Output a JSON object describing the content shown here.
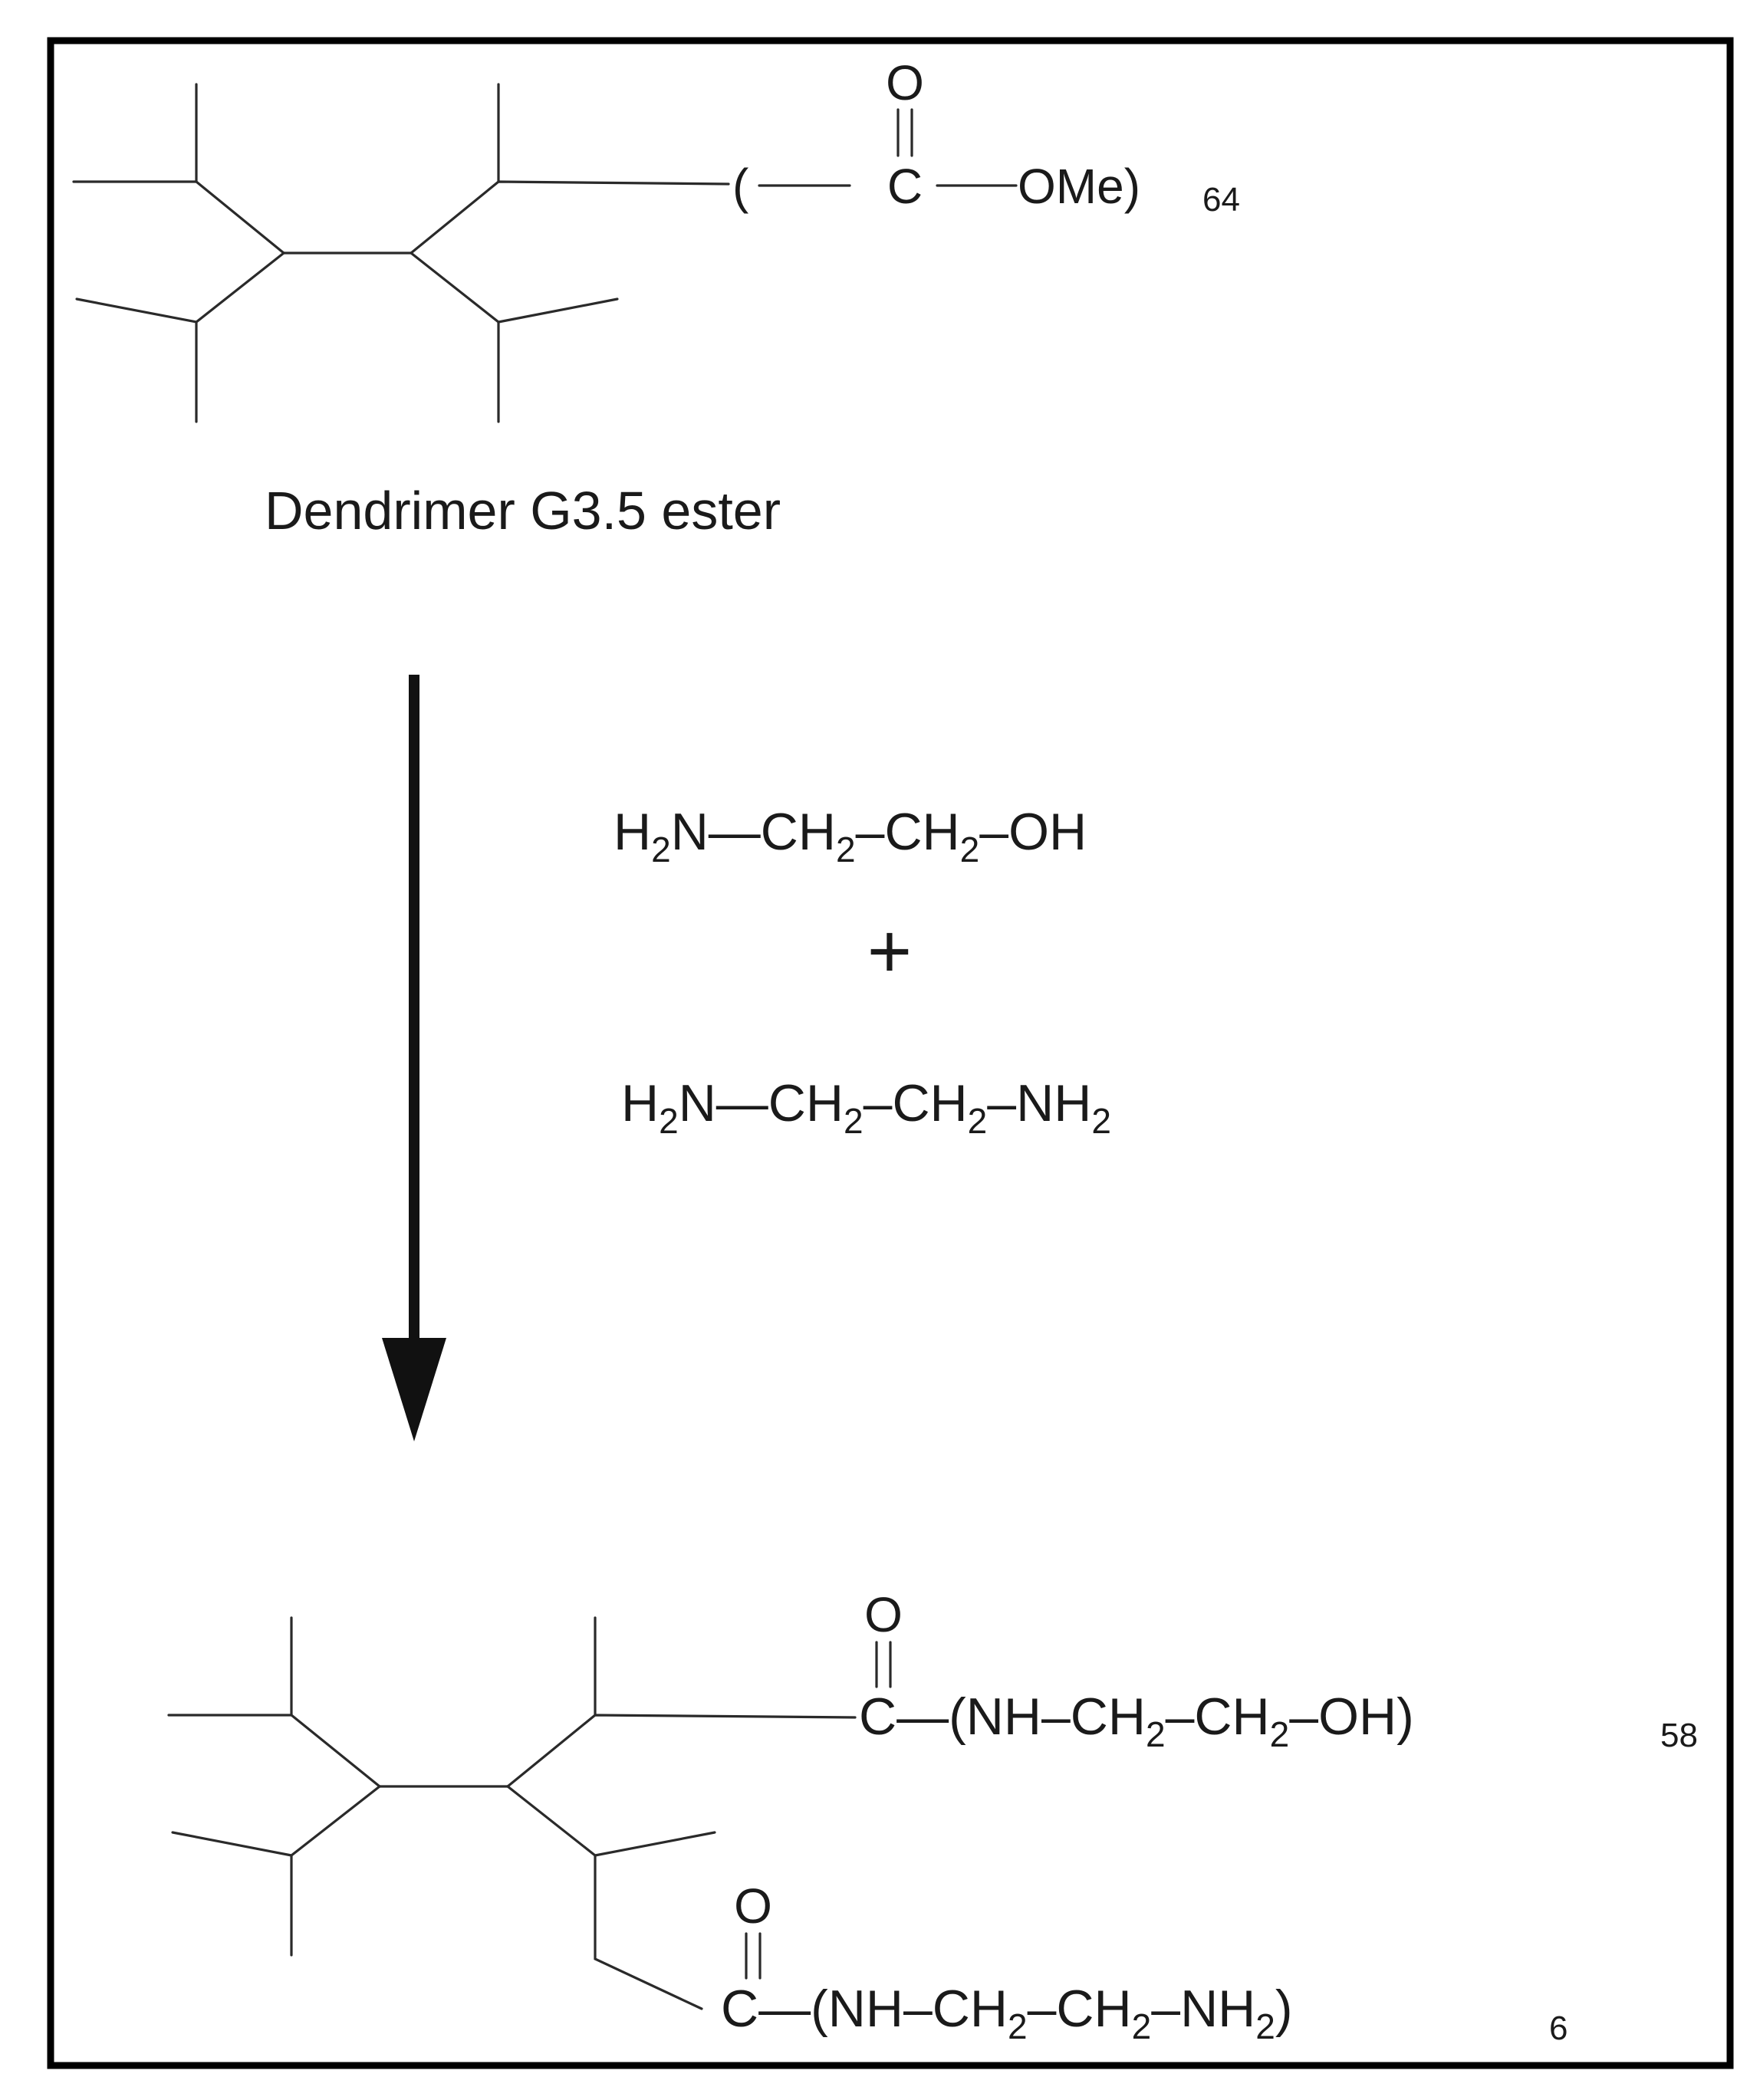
{
  "starting_material": {
    "label": "Dendrimer G3.5 ester",
    "carbonyl_o": "O",
    "paren_open": "(",
    "carbon": "C",
    "group": "OMe)",
    "count": "64"
  },
  "reagents": {
    "first": {
      "a": "H",
      "a_sub": "2",
      "b": "N—CH",
      "b_sub": "2",
      "c": "–CH",
      "c_sub": "2",
      "d": "–OH"
    },
    "plus": "+",
    "second": {
      "a": "H",
      "a_sub": "2",
      "b": "N—CH",
      "b_sub": "2",
      "c": "–CH",
      "c_sub": "2",
      "d": "–NH",
      "d_sub": "2"
    }
  },
  "product": {
    "upper": {
      "carbonyl_o": "O",
      "carbon": "C",
      "a": "—(NH–CH",
      "a_sub": "2",
      "b": "–CH",
      "b_sub": "2",
      "c": "–OH)",
      "count": "58"
    },
    "lower": {
      "carbonyl_o": "O",
      "carbon": "C",
      "a": "—(NH–CH",
      "a_sub": "2",
      "b": "–CH",
      "b_sub": "2",
      "c": "–NH",
      "c_sub": "2",
      "d": ")",
      "count": "6"
    }
  },
  "colors": {
    "ink": "#1a1a1a",
    "frame": "#000000",
    "background": "#ffffff"
  }
}
